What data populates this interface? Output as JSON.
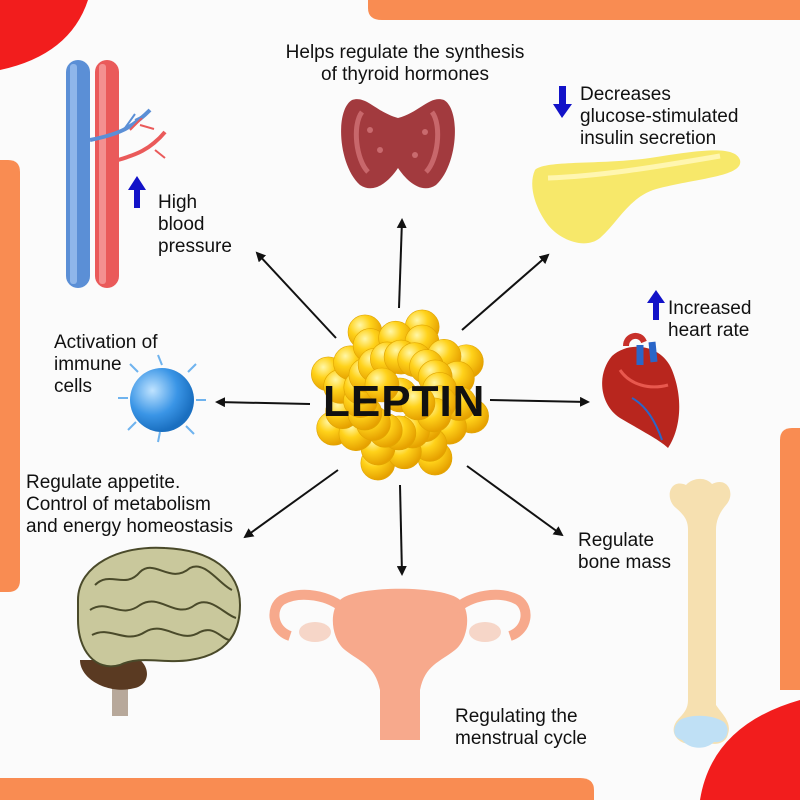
{
  "center": {
    "title": "LEPTIN"
  },
  "labels": {
    "thyroid": "Helps regulate the synthesis\nof thyroid hormones",
    "insulin": "Decreases\nglucose-stimulated\ninsulin secretion",
    "blood_pressure": "High\nblood\npressure",
    "heart_rate": "Increased\nheart rate",
    "immune": "Activation of\nimmune\ncells",
    "appetite": "Regulate appetite.\nControl of metabolism\nand energy homeostasis",
    "bone": "Regulate\nbone mass",
    "menstrual": "Regulating the\nmenstrual cycle"
  },
  "colors": {
    "frame_red": "#f21d1d",
    "frame_orange": "#f98c52",
    "indicator_blue": "#1212c8"
  },
  "icons": [
    "blood-vessel-icon",
    "thyroid-icon",
    "pancreas-icon",
    "heart-icon",
    "immune-cell-icon",
    "brain-icon",
    "uterus-icon",
    "bone-icon",
    "leptin-cluster-icon"
  ]
}
